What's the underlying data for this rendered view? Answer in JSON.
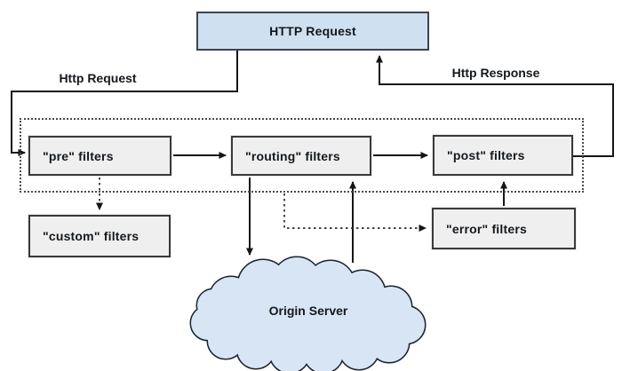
{
  "diagram": {
    "title_box": "HTTP Request",
    "flow_labels": {
      "request": "Http Request",
      "response": "Http Response"
    },
    "boxes": {
      "pre": "\"pre\" filters",
      "routing": "\"routing\" filters",
      "post": "\"post\" filters",
      "custom": "\"custom\" filters",
      "error": "\"error\" filters"
    },
    "cloud": "Origin Server",
    "colors": {
      "request_box_fill": "#cfe0f0",
      "filter_box_fill": "#efefef",
      "cloud_fill": "#d8e5f4",
      "line": "#151515"
    }
  }
}
